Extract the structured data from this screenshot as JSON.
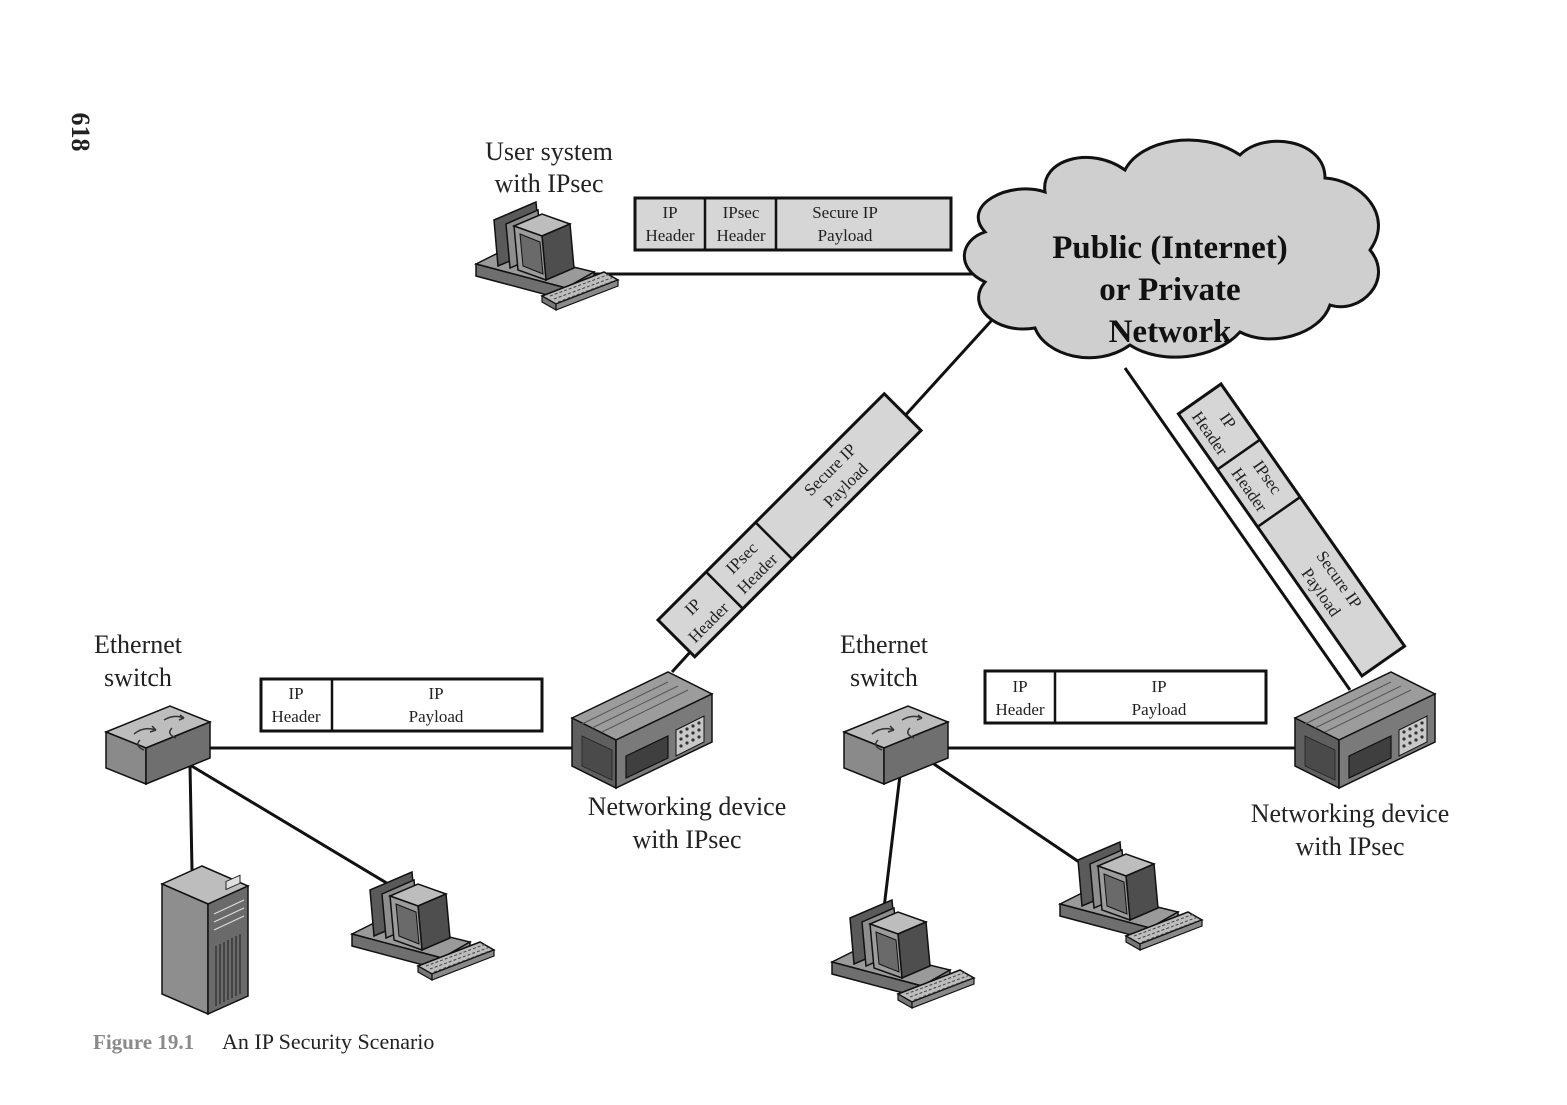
{
  "page_number": "618",
  "cloud": {
    "line1": "Public (Internet)",
    "line2": "or Private",
    "line3": "Network"
  },
  "nodes": {
    "user_system": {
      "line1": "User system",
      "line2": "with IPsec"
    },
    "left_switch": {
      "line1": "Ethernet",
      "line2": "switch"
    },
    "right_switch": {
      "line1": "Ethernet",
      "line2": "switch"
    },
    "left_device": {
      "line1": "Networking device",
      "line2": "with IPsec"
    },
    "right_device": {
      "line1": "Networking device",
      "line2": "with IPsec"
    }
  },
  "packets": {
    "secure": {
      "ip_header": [
        "IP",
        "Header"
      ],
      "ipsec_header": [
        "IPsec",
        "Header"
      ],
      "secure_payload": [
        "Secure IP",
        "Payload"
      ]
    },
    "plain": {
      "ip_header": [
        "IP",
        "Header"
      ],
      "ip_payload": [
        "IP",
        "Payload"
      ]
    }
  },
  "caption": {
    "number": "Figure 19.1",
    "text": "An IP Security Scenario"
  },
  "icons": [
    "computer-icon",
    "switch-icon",
    "network-device-icon",
    "server-icon",
    "cloud-icon"
  ],
  "colors": {
    "packet_fill": "#d6d6d6",
    "cloud_fill": "#cfcfcf",
    "device_dark": "#7a7a7a",
    "device_light": "#bdbdbd",
    "line": "#111111"
  }
}
